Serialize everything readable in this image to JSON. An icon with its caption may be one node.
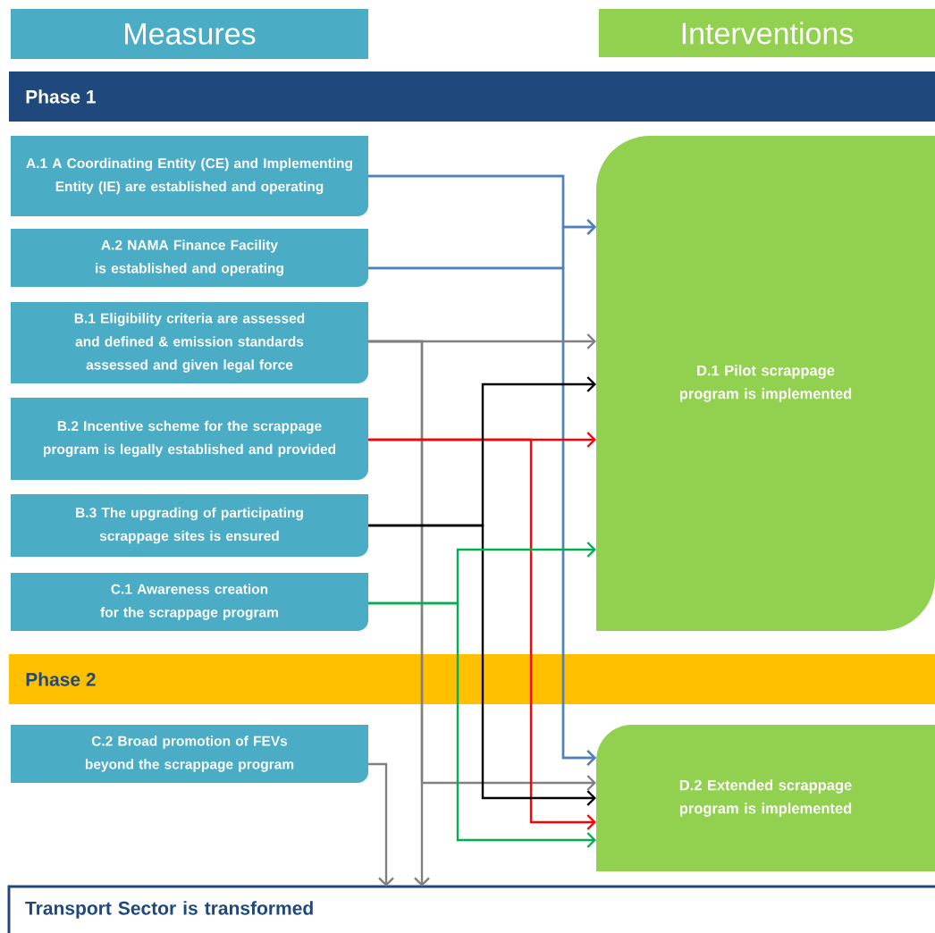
{
  "diagram": {
    "nodes": [
      {
        "text": [
          "Measures"
        ]
      },
      {
        "text": [
          "Interventions"
        ]
      },
      {
        "text": [
          "A.1 A Coordinating Entity  (CE) and Implementing Entity (IE)  are established and operating"
        ]
      },
      {
        "text": [
          "A.2 NAMA Finance Facility is established and operating"
        ]
      },
      {
        "text": [
          "B.1 Eligibility criteria are assessed and defined & emission standards assessed and given legal force"
        ]
      },
      {
        "text": [
          "B.2 Incentive scheme for the scrappage program is legally established and provided"
        ]
      },
      {
        "text": [
          "B.3 The upgrading of participating scrappage sites is ensured"
        ]
      },
      {
        "text": [
          "C.1 Awareness creation for the scrappage program"
        ]
      },
      {
        "text": [
          "D.1 Pilot scrappage program is implemented"
        ]
      },
      {
        "text": [
          "C.2 Broad promotion of FEVs beyond the scrappage program"
        ]
      },
      {
        "text": [
          "D.2 Extended scrappage program is implemented"
        ]
      },
      {
        "text": [
          "Transport Sector is transformed"
        ]
      }
    ],
    "edges": [
      {
        "from": 2,
        "to": 8,
        "arrow": "to",
        "color": "#4f81bd"
      },
      {
        "from": 3,
        "to": 8,
        "arrow": "to",
        "color": "#4f81bd"
      },
      {
        "from": 2,
        "to": 10,
        "arrow": "to",
        "color": "#4f81bd"
      },
      {
        "from": 3,
        "to": 10,
        "arrow": "to",
        "color": "#4f81bd"
      },
      {
        "from": 4,
        "to": 8,
        "arrow": "to",
        "color": "#808080"
      },
      {
        "from": 4,
        "to": 10,
        "arrow": "to",
        "color": "#808080"
      },
      {
        "from": 4,
        "to": 11,
        "arrow": "to",
        "color": "#808080"
      },
      {
        "from": 5,
        "to": 8,
        "arrow": "to",
        "color": "#ff0000"
      },
      {
        "from": 5,
        "to": 10,
        "arrow": "to",
        "color": "#ff0000"
      },
      {
        "from": 6,
        "to": 8,
        "arrow": "to",
        "color": "#000000"
      },
      {
        "from": 6,
        "to": 10,
        "arrow": "to",
        "color": "#000000"
      },
      {
        "from": 7,
        "to": 8,
        "arrow": "to",
        "color": "#00b050"
      },
      {
        "from": 7,
        "to": 10,
        "arrow": "to",
        "color": "#00b050"
      },
      {
        "from": 9,
        "to": 11,
        "arrow": "to",
        "color": "#808080"
      }
    ],
    "labels": [
      "Phase 1",
      "Phase 2"
    ]
  }
}
